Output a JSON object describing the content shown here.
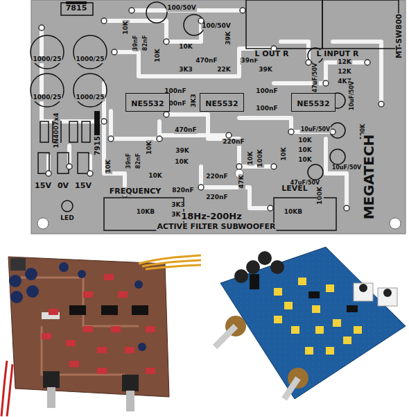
{
  "diagram": {
    "nodes": [
      {
        "text": [
          "NE5532"
        ]
      },
      {
        "text": [
          "NE5532"
        ]
      },
      {
        "text": [
          "NE5532"
        ]
      }
    ],
    "labels": [
      "7815",
      "10K",
      "100/50V",
      "100/50V",
      "39nF",
      "82nF",
      "10K",
      "10K",
      "39K",
      "470nF",
      "3K3",
      "22K",
      "39nF",
      "39K",
      "L OUT R",
      "L INPUT R",
      "MT-SW800",
      "12K",
      "12K",
      "4K7",
      "47uF/50V",
      "1000/25",
      "1000/25",
      "1000/25",
      "1000/25",
      "100nF",
      "100nF",
      "3K3",
      "100nF",
      "100nF",
      "1N4007x4",
      "7915",
      "10uF/50V",
      "100K",
      "10uF/50V",
      "10K",
      "10K",
      "10K",
      "10uF/50V",
      "10K",
      "470nF",
      "39K",
      "10K",
      "39nF",
      "82nF",
      "10K",
      "10K",
      "10K",
      "220nF",
      "10K",
      "100K",
      "47uF/50V",
      "47K",
      "220nF",
      "820nF",
      "220nF",
      "100K",
      "15V",
      "0V",
      "15V",
      "LED",
      "FREQUENCY",
      "10KB",
      "3K3",
      "3K3",
      "18Hz-200Hz",
      "ACTIVE FILTER SUBWOOFER",
      "LEVEL",
      "10KB",
      "MEGATECH"
    ]
  }
}
